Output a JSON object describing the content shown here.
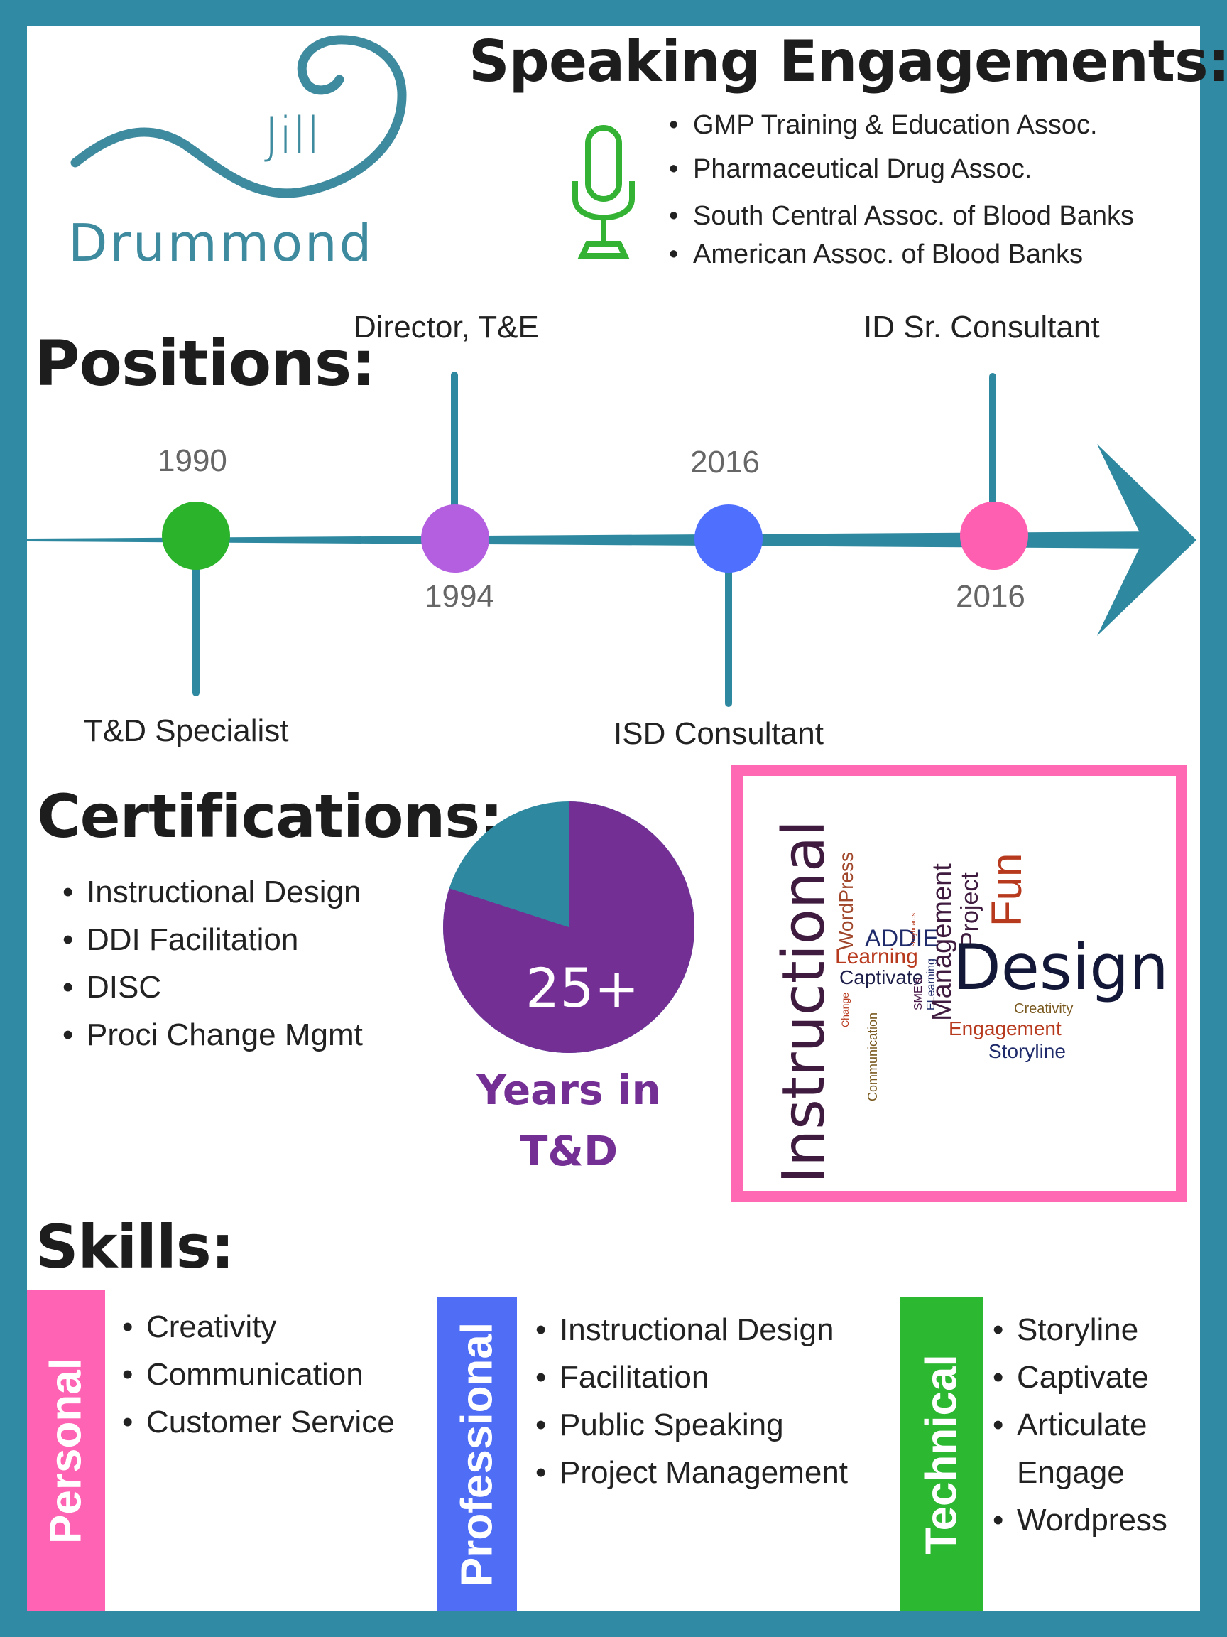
{
  "logo": {
    "first": "Jill",
    "last": "Drummond",
    "color": "#3e8a9e"
  },
  "speaking": {
    "title": "Speaking Engagements:",
    "icon": "microphone-icon",
    "items": [
      "GMP Training & Education Assoc.",
      "Pharmaceutical Drug Assoc.",
      "South Central Assoc. of Blood Banks",
      "American Assoc. of Blood Banks"
    ]
  },
  "positions": {
    "title": "Positions:",
    "points": [
      {
        "year": "1990",
        "label": "T&D Specialist",
        "color": "#2bb32b"
      },
      {
        "year": "1994",
        "label": "Director, T&E",
        "color": "#b45fe0"
      },
      {
        "year": "2016",
        "label": "ISD Consultant",
        "color": "#4f70ff"
      },
      {
        "year": "2016",
        "label": "ID Sr. Consultant",
        "color": "#ff5fb0"
      }
    ]
  },
  "certifications": {
    "title": "Certifications:",
    "items": [
      "Instructional Design",
      "DDI Facilitation",
      "DISC",
      "Proci Change Mgmt"
    ]
  },
  "years": {
    "value": "25+",
    "caption_line1": "Years in",
    "caption_line2": "T&D",
    "fraction": 0.8,
    "main_color": "#742f95",
    "rest_color": "#2e89a0"
  },
  "wordcloud": {
    "border_color": "#ff69b4",
    "words": {
      "instructional": "Instructional",
      "design": "Design",
      "wordpress": "WordPress",
      "addie": "ADDIE",
      "learning": "Learning",
      "captivate": "Captivate",
      "change": "Change",
      "communication": "Communication",
      "smes": "SME's",
      "elearning": "ELearning",
      "storyboards": "storyboards",
      "management": "Management",
      "project": "Project",
      "fun": "Fun",
      "creativity": "Creativity",
      "engagement": "Engagement",
      "storyline": "Storyline"
    }
  },
  "skills": {
    "title": "Skills:",
    "personal": {
      "label": "Personal",
      "color": "#ff64b4",
      "items": [
        "Creativity",
        "Communication",
        "Customer Service"
      ]
    },
    "professional": {
      "label": "Professional",
      "color": "#4f6ef5",
      "items": [
        "Instructional Design",
        "Facilitation",
        "Public Speaking",
        "Project Management"
      ]
    },
    "technical": {
      "label": "Technical",
      "color": "#2db832",
      "items": [
        "Storyline",
        "Captivate",
        "Articulate",
        "Engage",
        "Wordpress"
      ]
    }
  },
  "bullet": "•"
}
